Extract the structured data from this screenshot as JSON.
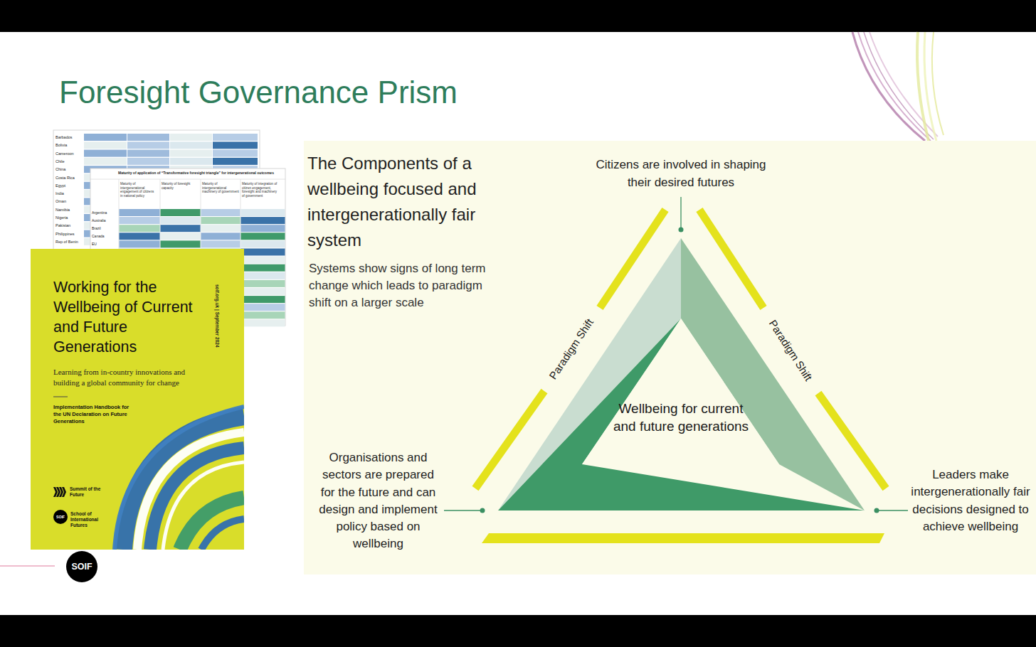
{
  "diagram": {
    "title": "Foresight Governance Prism",
    "nodes": [
      {
        "text": [
          "Working for the Wellbeing of Current and Future Generations",
          "Learning from in-country innovations and building a global community for change",
          "Implementation Handbook for the UN Declaration on Future Generations",
          "soif.org.uk | September 2024",
          "Summit of the Future",
          "School of International Futures"
        ]
      },
      {
        "text": [
          "SOIF"
        ],
        "in": 0
      },
      {
        "text": [
          "SOIF"
        ]
      },
      {
        "text": [
          "The Components of a wellbeing focused and intergenerationally fair system",
          "Systems show signs of long term change which leads to paradigm shift on a larger scale"
        ]
      },
      {
        "text": [
          "Wellbeing for current and future generations"
        ],
        "in": 3
      }
    ],
    "labels": [
      "Barbados",
      "Bolivia",
      "Cameroon",
      "Chile",
      "China",
      "Costa Rica",
      "Egypt",
      "India",
      "Oman",
      "Namibia",
      "Nigeria",
      "Pakistan",
      "Philippines",
      "Rep of Benin",
      "Maturity of application of “Transformative foresight triangle” for intergenerational outcomes",
      "Maturity of intergenerational engagement of citizens in national policy",
      "Maturity of foresight capacity",
      "Maturity of intergenerational machinery of government",
      "Maturity of integration of citizen engagement, foresight and machinery of government",
      "Argentina",
      "Australia",
      "Brazil",
      "Canada",
      "EU",
      "Paradigm Shift",
      "Paradigm Shift",
      "Citizens are involved in shaping their desired futures",
      "Organisations and sectors are prepared for the future and can design and implement policy based on wellbeing",
      "Leaders make intergenerationally fair decisions designed to achieve wellbeing"
    ]
  }
}
